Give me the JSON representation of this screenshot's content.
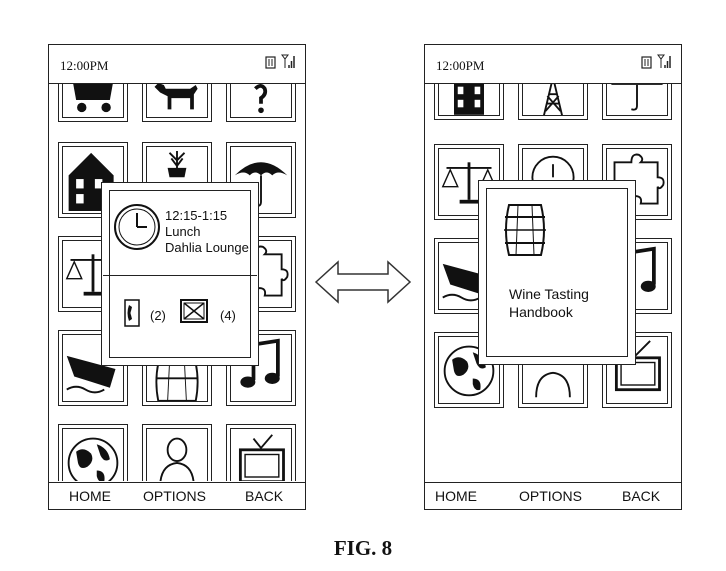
{
  "left_phone": {
    "status_time": "12:00PM",
    "softkeys": {
      "home": "HOME",
      "options": "OPTIONS",
      "back": "BACK"
    },
    "popup": {
      "time_range": "12:15-1:15",
      "title": "Lunch",
      "location": "Dahlia Lounge",
      "phone_count": "(2)",
      "mail_count": "(4)"
    }
  },
  "right_phone": {
    "status_time": "12:00PM",
    "softkeys": {
      "home": "HOME",
      "options": "OPTIONS",
      "back": "BACK"
    },
    "popup": {
      "title_line1": "Wine Tasting",
      "title_line2": "Handbook"
    }
  },
  "figure_label": "FIG. 8",
  "icons": [
    "shopping-cart",
    "dog",
    "question-mark",
    "house",
    "plant",
    "umbrella",
    "scale",
    "puzzle",
    "ship",
    "barrel",
    "music-note",
    "globe",
    "person",
    "tv",
    "building",
    "oil-derrick",
    "clock"
  ]
}
